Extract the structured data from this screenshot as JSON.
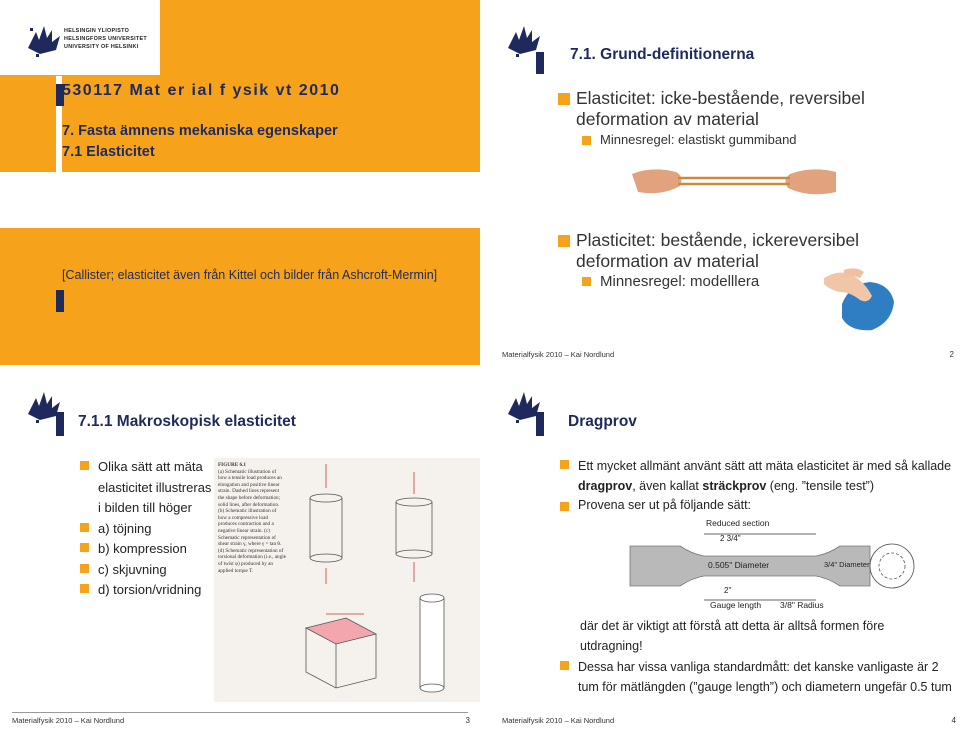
{
  "logo": {
    "line1": "HELSINGIN YLIOPISTO",
    "line2": "HELSINGFORS UNIVERSITET",
    "line3": "UNIVERSITY OF HELSINKI"
  },
  "slide1": {
    "course": "530117 Mat er ial f ysik vt 2010",
    "chapter": "7. Fasta ämnens mekaniska egenskaper",
    "section": "7.1 Elasticitet",
    "reference": "[Callister; elasticitet även från Kittel och bilder från Ashcroft-Mermin]"
  },
  "slide2": {
    "title": "7.1. Grund-definitionerna",
    "b1": "Elasticitet: icke-bestående, reversibel deformation av material",
    "b1sub": "Minnesregel: elastiskt gummiband",
    "b2": "Plasticitet: bestående, ickereversibel deformation av material",
    "b2sub": "Minnesregel: modelllera",
    "footer": "Materialfysik 2010 – Kai Nordlund",
    "page": "2"
  },
  "slide3": {
    "title": "7.1.1 Makroskopisk elasticitet",
    "items": [
      "Olika sätt att mäta elasticitet illustreras i bilden till höger",
      "a) töjning",
      "b) kompression",
      "c) skjuvning",
      "d) torsion/vridning"
    ],
    "figure_label": "FIGURE 6.1",
    "figure_caption": "(a) Schematic illustration of how a tensile load produces an elongation and positive linear strain. Dashed lines represent the shape before deformation; solid lines, after deformation. (b) Schematic illustration of how a compressive load produces contraction and a negative linear strain. (c) Schematic representation of shear strain γ, where γ = tan θ. (d) Schematic representation of torsional deformation (i.e., angle of twist φ) produced by an applied torque T.",
    "footer": "Materialfysik 2010 – Kai Nordlund",
    "page": "3"
  },
  "slide4": {
    "title": "Dragprov",
    "b1_pre": "Ett mycket allmänt använt sätt att mäta elasticitet är med så kallade ",
    "b1_bold1": "dragprov",
    "b1_mid": ", även kallat ",
    "b1_bold2": "sträckprov",
    "b1_post": " (eng. ”tensile test”)",
    "b2": "Provena ser ut på följande sätt:",
    "fig": {
      "reduced": "Reduced section",
      "r_frac": "2 3/4\"",
      "diam": "0.505\" Diameter",
      "diam2": "3/4\" Diameter",
      "gauge": "2\"",
      "gauge_lbl": "Gauge length",
      "radius": "3/8\" Radius"
    },
    "note": "där det är viktigt att förstå att detta är alltså formen före utdragning!",
    "b3": "Dessa har vissa vanliga standardmått: det kanske vanligaste är 2 tum för mätlängden (”gauge length”) och diametern ungefär 0.5 tum",
    "footer": "Materialfysik 2010 – Kai Nordlund",
    "page": "4"
  }
}
